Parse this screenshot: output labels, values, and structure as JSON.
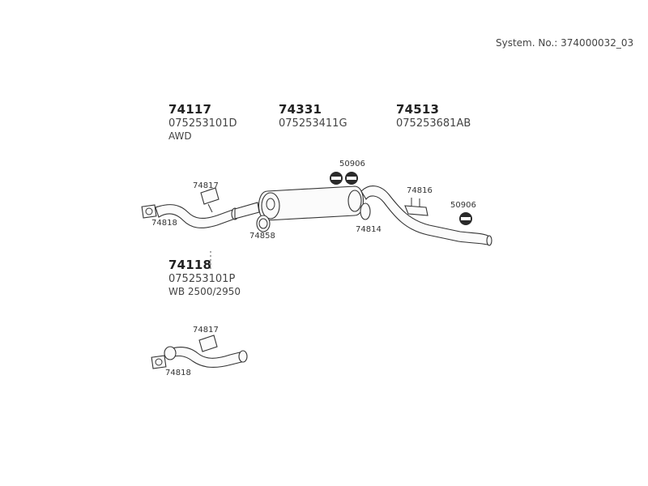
{
  "system_no": "System. No.: 374000032_03",
  "groups": [
    {
      "part_no": "74117",
      "oe": "075253101D",
      "note": "AWD"
    },
    {
      "part_no": "74331",
      "oe": "075253411G",
      "note": ""
    },
    {
      "part_no": "74513",
      "oe": "075253681AB",
      "note": ""
    },
    {
      "part_no": "74118",
      "oe": "075253101P",
      "note": "WB 2500/2950"
    }
  ],
  "callouts": {
    "top_bracket_front": "74817",
    "top_gasket_front": "74818",
    "ring_muffler_inlet": "74858",
    "clamp_pair": "50906",
    "ring_muffler_outlet": "74814",
    "bracket_tail": "74816",
    "clamp_tail": "50906",
    "bottom_bracket": "74817",
    "bottom_gasket": "74818"
  },
  "icons": {
    "clamp": "clamp-icon",
    "gasket": "gasket-icon",
    "ring": "sealing-ring-icon",
    "bracket": "bracket-icon"
  }
}
